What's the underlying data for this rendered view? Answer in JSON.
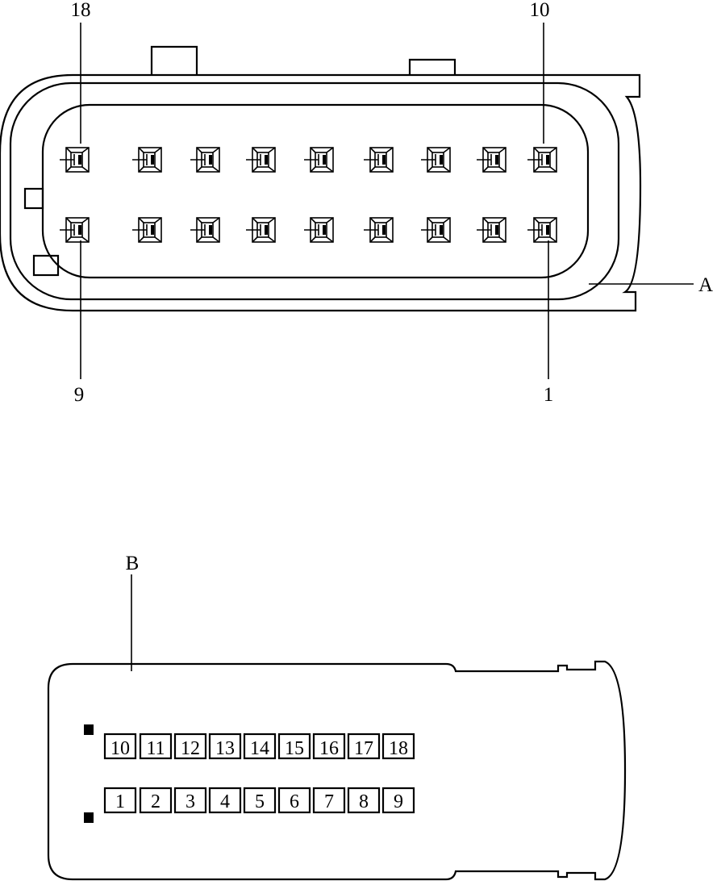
{
  "labels": {
    "A": "A",
    "B": "B",
    "top_left": "18",
    "top_right": "10",
    "bottom_left": "9",
    "bottom_right": "1"
  },
  "connector_b": {
    "top_row": [
      "10",
      "11",
      "12",
      "13",
      "14",
      "15",
      "16",
      "17",
      "18"
    ],
    "bottom_row": [
      "1",
      "2",
      "3",
      "4",
      "5",
      "6",
      "7",
      "8",
      "9"
    ]
  }
}
